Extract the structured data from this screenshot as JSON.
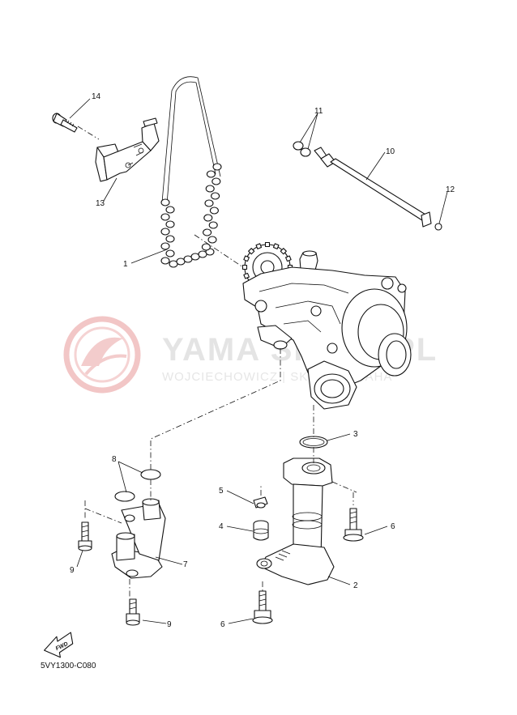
{
  "watermark": {
    "brand": "YAMA  SKLEP.PL",
    "subtitle": "WOJCIECHOWICZ  |  SKLEP  YAMAHA",
    "color": "#e5e5e5",
    "logo_color": "#f2c8c8"
  },
  "diagram_code": "5VY1300-C080",
  "fwd_label": "FWD",
  "callouts": [
    "1",
    "2",
    "3",
    "4",
    "5",
    "6",
    "6",
    "7",
    "8",
    "9",
    "9",
    "10",
    "11",
    "12",
    "13",
    "14"
  ]
}
